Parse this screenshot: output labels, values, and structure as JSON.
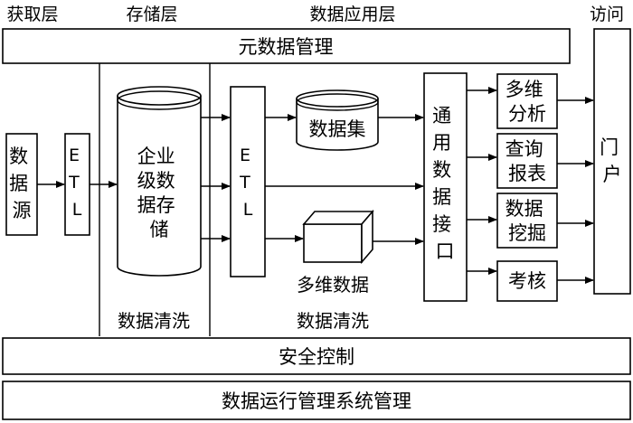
{
  "headers": {
    "acquisition": "获取层",
    "storage": "存储层",
    "application": "数据应用层",
    "access": "访问"
  },
  "bars": {
    "metadata": "元数据管理",
    "security": "安全控制",
    "operations": "数据运行管理系统管理"
  },
  "source": [
    "数",
    "据",
    "源"
  ],
  "etl1": [
    "E",
    "T",
    "L"
  ],
  "warehouse": [
    "企业",
    "级数",
    "据存",
    "储"
  ],
  "etl2": [
    "E",
    "T",
    "L"
  ],
  "dataset": "数据集",
  "cube": "多维数据",
  "cleaning1": "数据清洗",
  "cleaning2": "数据清洗",
  "interface": [
    "通",
    "用",
    "数",
    "据",
    "接",
    "口"
  ],
  "apps": [
    [
      "多维",
      "分析"
    ],
    [
      "查询",
      "报表"
    ],
    [
      "数据",
      "挖掘"
    ],
    [
      "考核"
    ]
  ],
  "portal": [
    "门",
    "户"
  ]
}
